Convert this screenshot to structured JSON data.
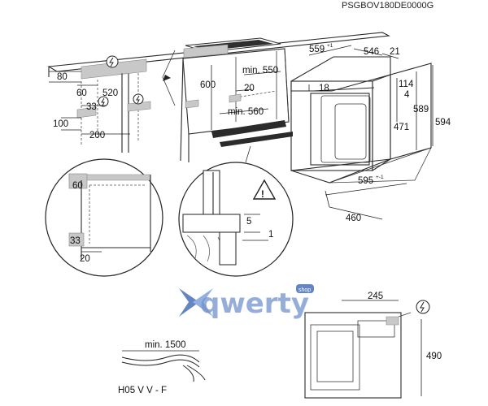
{
  "header": {
    "model_code": "PSGBOV180DE0000G"
  },
  "cabinet": {
    "dims": {
      "d80": "80",
      "d60": "60",
      "d520": "520",
      "d33": "33",
      "d100": "100",
      "d200": "200",
      "d600": "600",
      "d_min550": "min. 550",
      "d20": "20",
      "d_min560": "min. 560"
    }
  },
  "oven": {
    "dims": {
      "d559": "559",
      "d559_tol": "+1",
      "d546": "546",
      "d21": "21",
      "d18": "18",
      "d114": "114",
      "d4": "4",
      "d471": "471",
      "d589": "589",
      "d594": "594",
      "d595": "595",
      "d595_tol": "+-1",
      "d460": "460"
    }
  },
  "detail_left": {
    "dims": {
      "d60": "60",
      "d33": "33",
      "d20": "20"
    }
  },
  "detail_right": {
    "dims": {
      "d5": "5",
      "d1": "1"
    }
  },
  "watermark": {
    "text": "qwerty",
    "badge": "shop"
  },
  "cable": {
    "length": "min. 1500",
    "type": "H05 V V - F"
  },
  "back_view": {
    "d245": "245",
    "d490": "490"
  }
}
